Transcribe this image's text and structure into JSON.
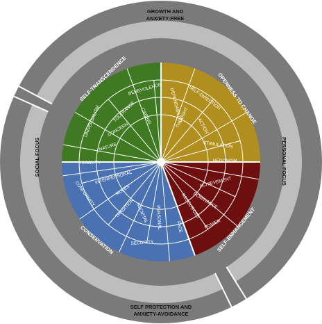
{
  "colors": {
    "outer_ring": "#7a7a7a",
    "mid_ring": "#bdbdbd",
    "divider": "#ffffff",
    "self_transcendence": "#3f7a22",
    "openness": "#b18f1f",
    "self_enhancement": "#6d0f0f",
    "conservation": "#4a72b3",
    "hub": "#ffffff"
  },
  "outer": {
    "top_line1": "GROWTH AND",
    "top_line2": "ANXIETY-FREE",
    "bottom_line1": "SELF PROTECTION AND",
    "bottom_line2": "ANXIETY-AVOIDANCE",
    "left": "SOCIAL FOCUS",
    "right": "PERSONAL FOCUS"
  },
  "quadrants": [
    {
      "key": "self_transcendence",
      "label": "SELF-TRANSCENDENCE"
    },
    {
      "key": "openness",
      "label": "OPENNESS TO CHANGE"
    },
    {
      "key": "self_enhancement",
      "label": "SELF-ENHANCEMENT"
    },
    {
      "key": "conservation",
      "label": "CONSERVATION"
    }
  ],
  "values": {
    "benevolence": "BENEVOLENCE",
    "dependability": "DEPENDABILITY",
    "caring": "CARING",
    "universalism": "UNIVERSALISM",
    "tolerance": "TOLERANCE",
    "concern": "CONCERN",
    "nature": "NATURE",
    "humility": "HUMILITY",
    "self_direction": "SELF-DIRECTION",
    "thought": "THOUGHT",
    "action": "ACTION",
    "stimulation": "STIMULATION",
    "hedonism": "HEDONISM",
    "achievement": "ACHIEVEMENT",
    "dominance": "DOMINANCE",
    "resources": "RESOURCES",
    "power": "POWER",
    "face": "FACE",
    "conformity": "CONFORMITY",
    "interpersonal": "INTERPERSONAL",
    "rules": "RULES",
    "tradition": "TRADITION",
    "societal": "SOCIETAL",
    "personal": "PERSONAL",
    "security": "SECURITY"
  }
}
